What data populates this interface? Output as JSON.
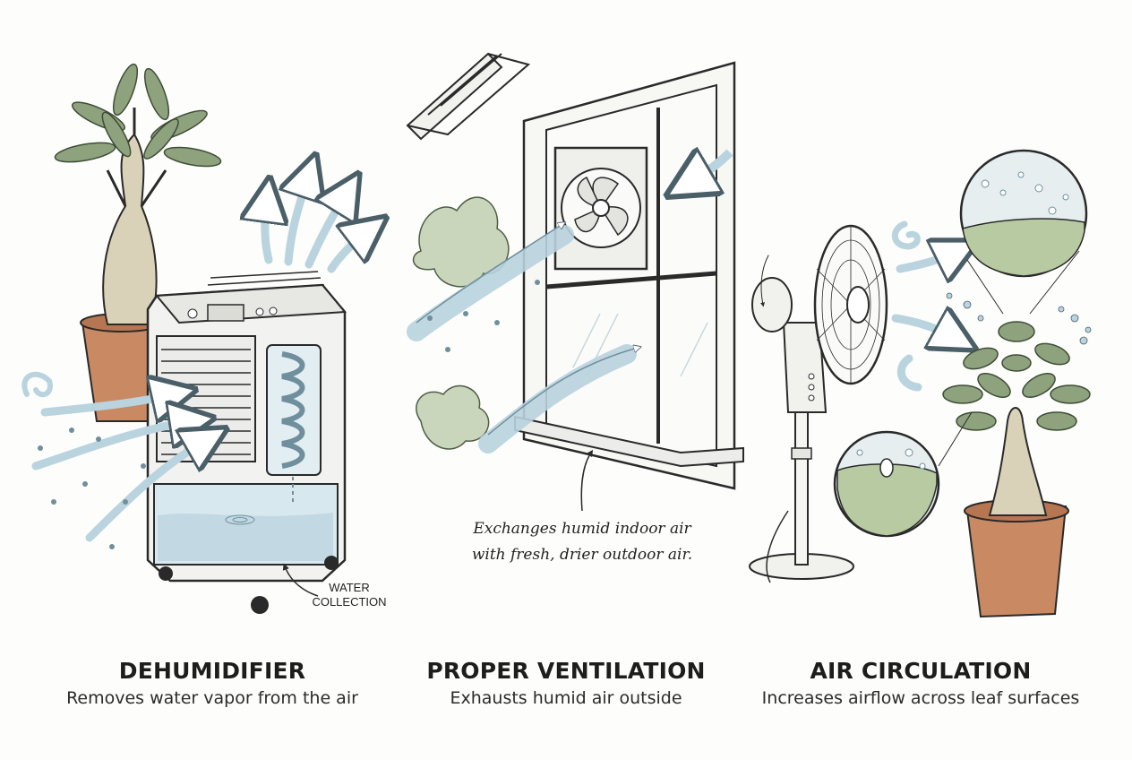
{
  "panels": [
    {
      "title": "DEHUMIDIFIER",
      "subtitle": "Removes water vapor from the air"
    },
    {
      "title": "PROPER VENTILATION",
      "subtitle": "Exhausts humid air outside"
    },
    {
      "title": "AIR CIRCULATION",
      "subtitle": "Increases airflow across leaf surfaces"
    }
  ],
  "callouts": {
    "water_collection_line1": "WATER",
    "water_collection_line2": "COLLECTION",
    "ventilation_note_line1": "Exchanges humid indoor air",
    "ventilation_note_line2": "with fresh, drier outdoor air."
  },
  "colors": {
    "airflow": "#b9d3df",
    "airflow_outline": "#6f8f9c",
    "leaf": "#8da27d",
    "pot": "#c98a63",
    "trunk": "#d9d2b8",
    "ink": "#2a2a2a"
  },
  "icons": [
    "dehumidifier-icon",
    "exhaust-fan-icon",
    "stand-fan-icon",
    "potted-plant-icon",
    "magnifier-circle-icon",
    "airflow-arrow-icon"
  ]
}
